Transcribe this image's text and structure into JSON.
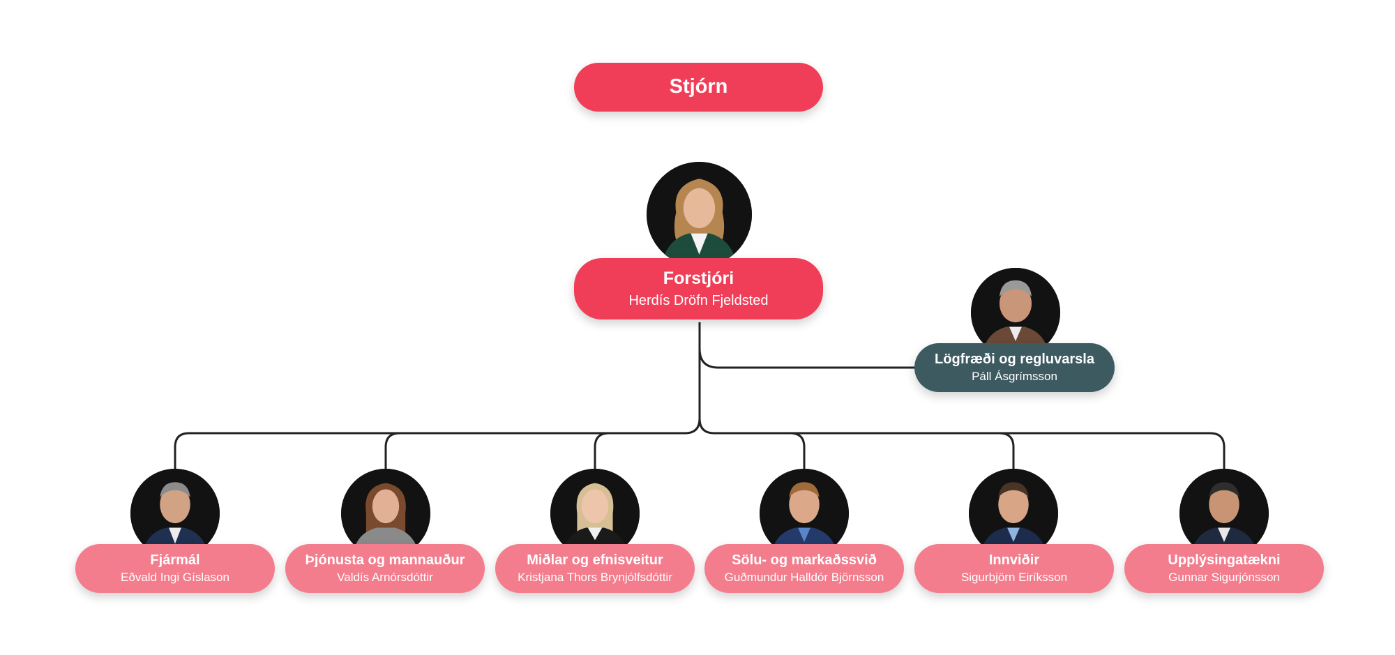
{
  "colors": {
    "board": "#f13e58",
    "ceo": "#f13e58",
    "legal": "#3d5a60",
    "dept": "#f37d8d",
    "line": "#222222",
    "photo_bg": "#101010"
  },
  "board": {
    "title": "Stjórn"
  },
  "ceo": {
    "title": "Forstjóri",
    "name": "Herdís Dröfn Fjeldsted",
    "photo": "person-photo-icon"
  },
  "legal": {
    "title": "Lögfræði og regluvarsla",
    "name": "Páll Ásgrímsson",
    "photo": "person-photo-icon"
  },
  "departments": [
    {
      "title": "Fjármál",
      "name": "Eðvald Ingi Gíslason",
      "photo": "person-photo-icon"
    },
    {
      "title": "Þjónusta og mannauður",
      "name": "Valdís Arnórsdóttir",
      "photo": "person-photo-icon"
    },
    {
      "title": "Miðlar og efnisveitur",
      "name": "Kristjana Thors Brynjólfsdóttir",
      "photo": "person-photo-icon"
    },
    {
      "title": "Sölu- og markaðssvið",
      "name": "Guðmundur Halldór Björnsson",
      "photo": "person-photo-icon"
    },
    {
      "title": "Innviðir",
      "name": "Sigurbjörn Eiríksson",
      "photo": "person-photo-icon"
    },
    {
      "title": "Upplýsingatækni",
      "name": "Gunnar Sigurjónsson",
      "photo": "person-photo-icon"
    }
  ]
}
